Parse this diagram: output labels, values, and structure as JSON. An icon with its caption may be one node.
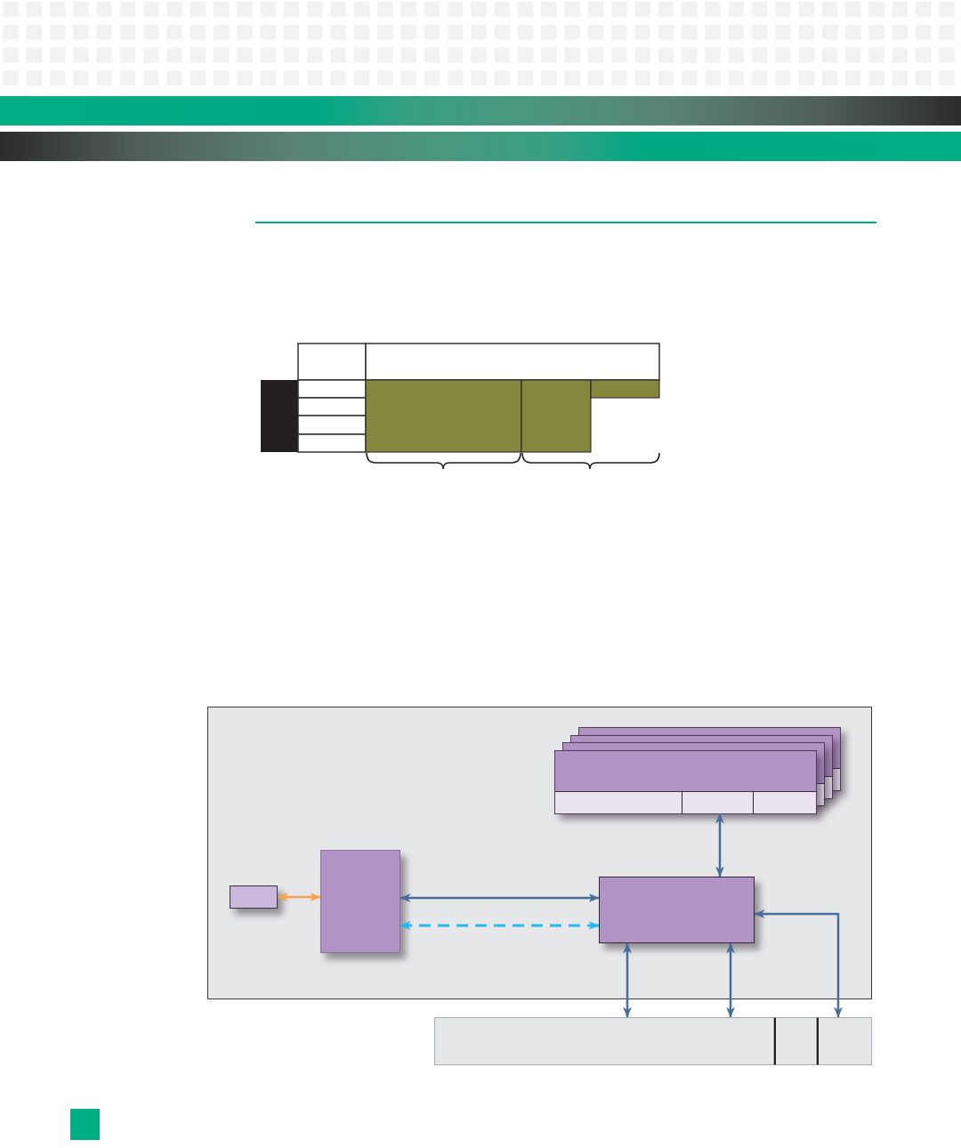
{
  "diagram": {
    "nodes": [
      {
        "text": [],
        "shape": "box"
      },
      {
        "text": [],
        "shape": "box",
        "in": 0
      },
      {
        "text": [],
        "shape": "box",
        "in": 1
      },
      {
        "text": [],
        "shape": "box",
        "in": 1
      },
      {
        "text": [],
        "shape": "box",
        "in": 1
      },
      {
        "text": [],
        "shape": "box",
        "in": 0
      },
      {
        "text": [],
        "shape": "box",
        "in": 0
      },
      {
        "text": [],
        "shape": "box",
        "in": 0
      },
      {
        "text": [],
        "shape": "box"
      },
      {
        "text": [],
        "shape": "box"
      },
      {
        "text": [],
        "shape": "box"
      }
    ],
    "edges": [
      {
        "from": 5,
        "to": 6,
        "arrow": "both",
        "color": "#f6a04d"
      },
      {
        "from": 6,
        "to": 7,
        "arrow": "both"
      },
      {
        "from": 6,
        "to": 7,
        "arrow": "both",
        "style": "dashed",
        "color": "#29b8ef"
      },
      {
        "from": 3,
        "to": 7,
        "arrow": "both"
      },
      {
        "from": 7,
        "to": 8,
        "arrow": "both"
      },
      {
        "from": 7,
        "to": 8,
        "arrow": "both"
      },
      {
        "from": 7,
        "to": 10,
        "arrow": "both"
      }
    ]
  }
}
